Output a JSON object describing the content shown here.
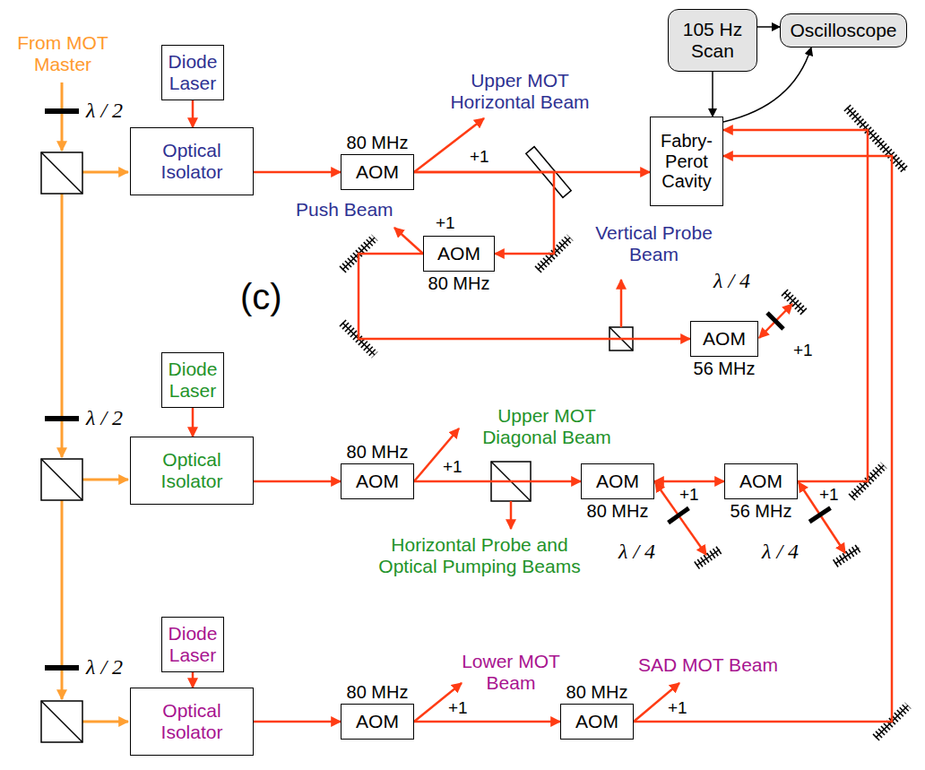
{
  "diagram": {
    "nodes": [
      {
        "text": [
          "105 Hz Scan"
        ]
      },
      {
        "text": [
          "Oscilloscope"
        ]
      },
      {
        "text": [
          "Diode Laser"
        ]
      },
      {
        "text": [
          "Optical Isolator"
        ]
      },
      {
        "text": [
          "AOM",
          "80 MHz"
        ]
      },
      {
        "text": [
          "Fabry-Perot Cavity"
        ]
      },
      {
        "text": [
          "AOM",
          "80 MHz"
        ]
      },
      {
        "text": [
          "AOM",
          "56 MHz"
        ]
      },
      {
        "text": [
          "Diode Laser"
        ]
      },
      {
        "text": [
          "Optical Isolator"
        ]
      },
      {
        "text": [
          "AOM",
          "80 MHz"
        ]
      },
      {
        "text": [
          "AOM",
          "80 MHz"
        ]
      },
      {
        "text": [
          "AOM",
          "56 MHz"
        ]
      },
      {
        "text": [
          "Diode Laser"
        ]
      },
      {
        "text": [
          "Optical Isolator"
        ]
      },
      {
        "text": [
          "AOM",
          "80 MHz"
        ]
      },
      {
        "text": [
          "AOM",
          "80 MHz"
        ]
      }
    ],
    "edges": [
      {
        "from": 0,
        "to": 1,
        "arrow": "to"
      },
      {
        "from": 0,
        "to": 5,
        "arrow": "to"
      },
      {
        "from": 5,
        "to": 1,
        "arrow": "to"
      },
      {
        "from": 2,
        "to": 3,
        "arrow": "to"
      },
      {
        "from": 3,
        "to": 4,
        "arrow": "to"
      },
      {
        "from": 4,
        "to": 5,
        "arrow": "to"
      },
      {
        "from": 4,
        "to": 6,
        "arrow": "to"
      },
      {
        "from": 6,
        "to": 7,
        "arrow": "to"
      },
      {
        "from": 8,
        "to": 9,
        "arrow": "to"
      },
      {
        "from": 9,
        "to": 10,
        "arrow": "to"
      },
      {
        "from": 10,
        "to": 11,
        "arrow": "to"
      },
      {
        "from": 11,
        "to": 12,
        "arrow": "both"
      },
      {
        "from": 12,
        "to": 5,
        "arrow": "to"
      },
      {
        "from": 13,
        "to": 14,
        "arrow": "to"
      },
      {
        "from": 14,
        "to": 15,
        "arrow": "to"
      },
      {
        "from": 15,
        "to": 16,
        "arrow": "to"
      },
      {
        "from": 16,
        "to": 5,
        "arrow": "to"
      }
    ],
    "labels": [
      "From MOT Master",
      "λ / 2",
      "Upper MOT Horizontal Beam",
      "+1",
      "Push Beam",
      "+1",
      "(c)",
      "Vertical Probe Beam",
      "λ / 4",
      "+1",
      "λ / 2",
      "Upper MOT Diagonal Beam",
      "+1",
      "Horizontal Probe and Optical Pumping Beams",
      "+1",
      "λ / 4",
      "+1",
      "λ / 4",
      "λ / 2",
      "Lower MOT Beam",
      "+1",
      "SAD MOT Beam",
      "+1"
    ]
  }
}
